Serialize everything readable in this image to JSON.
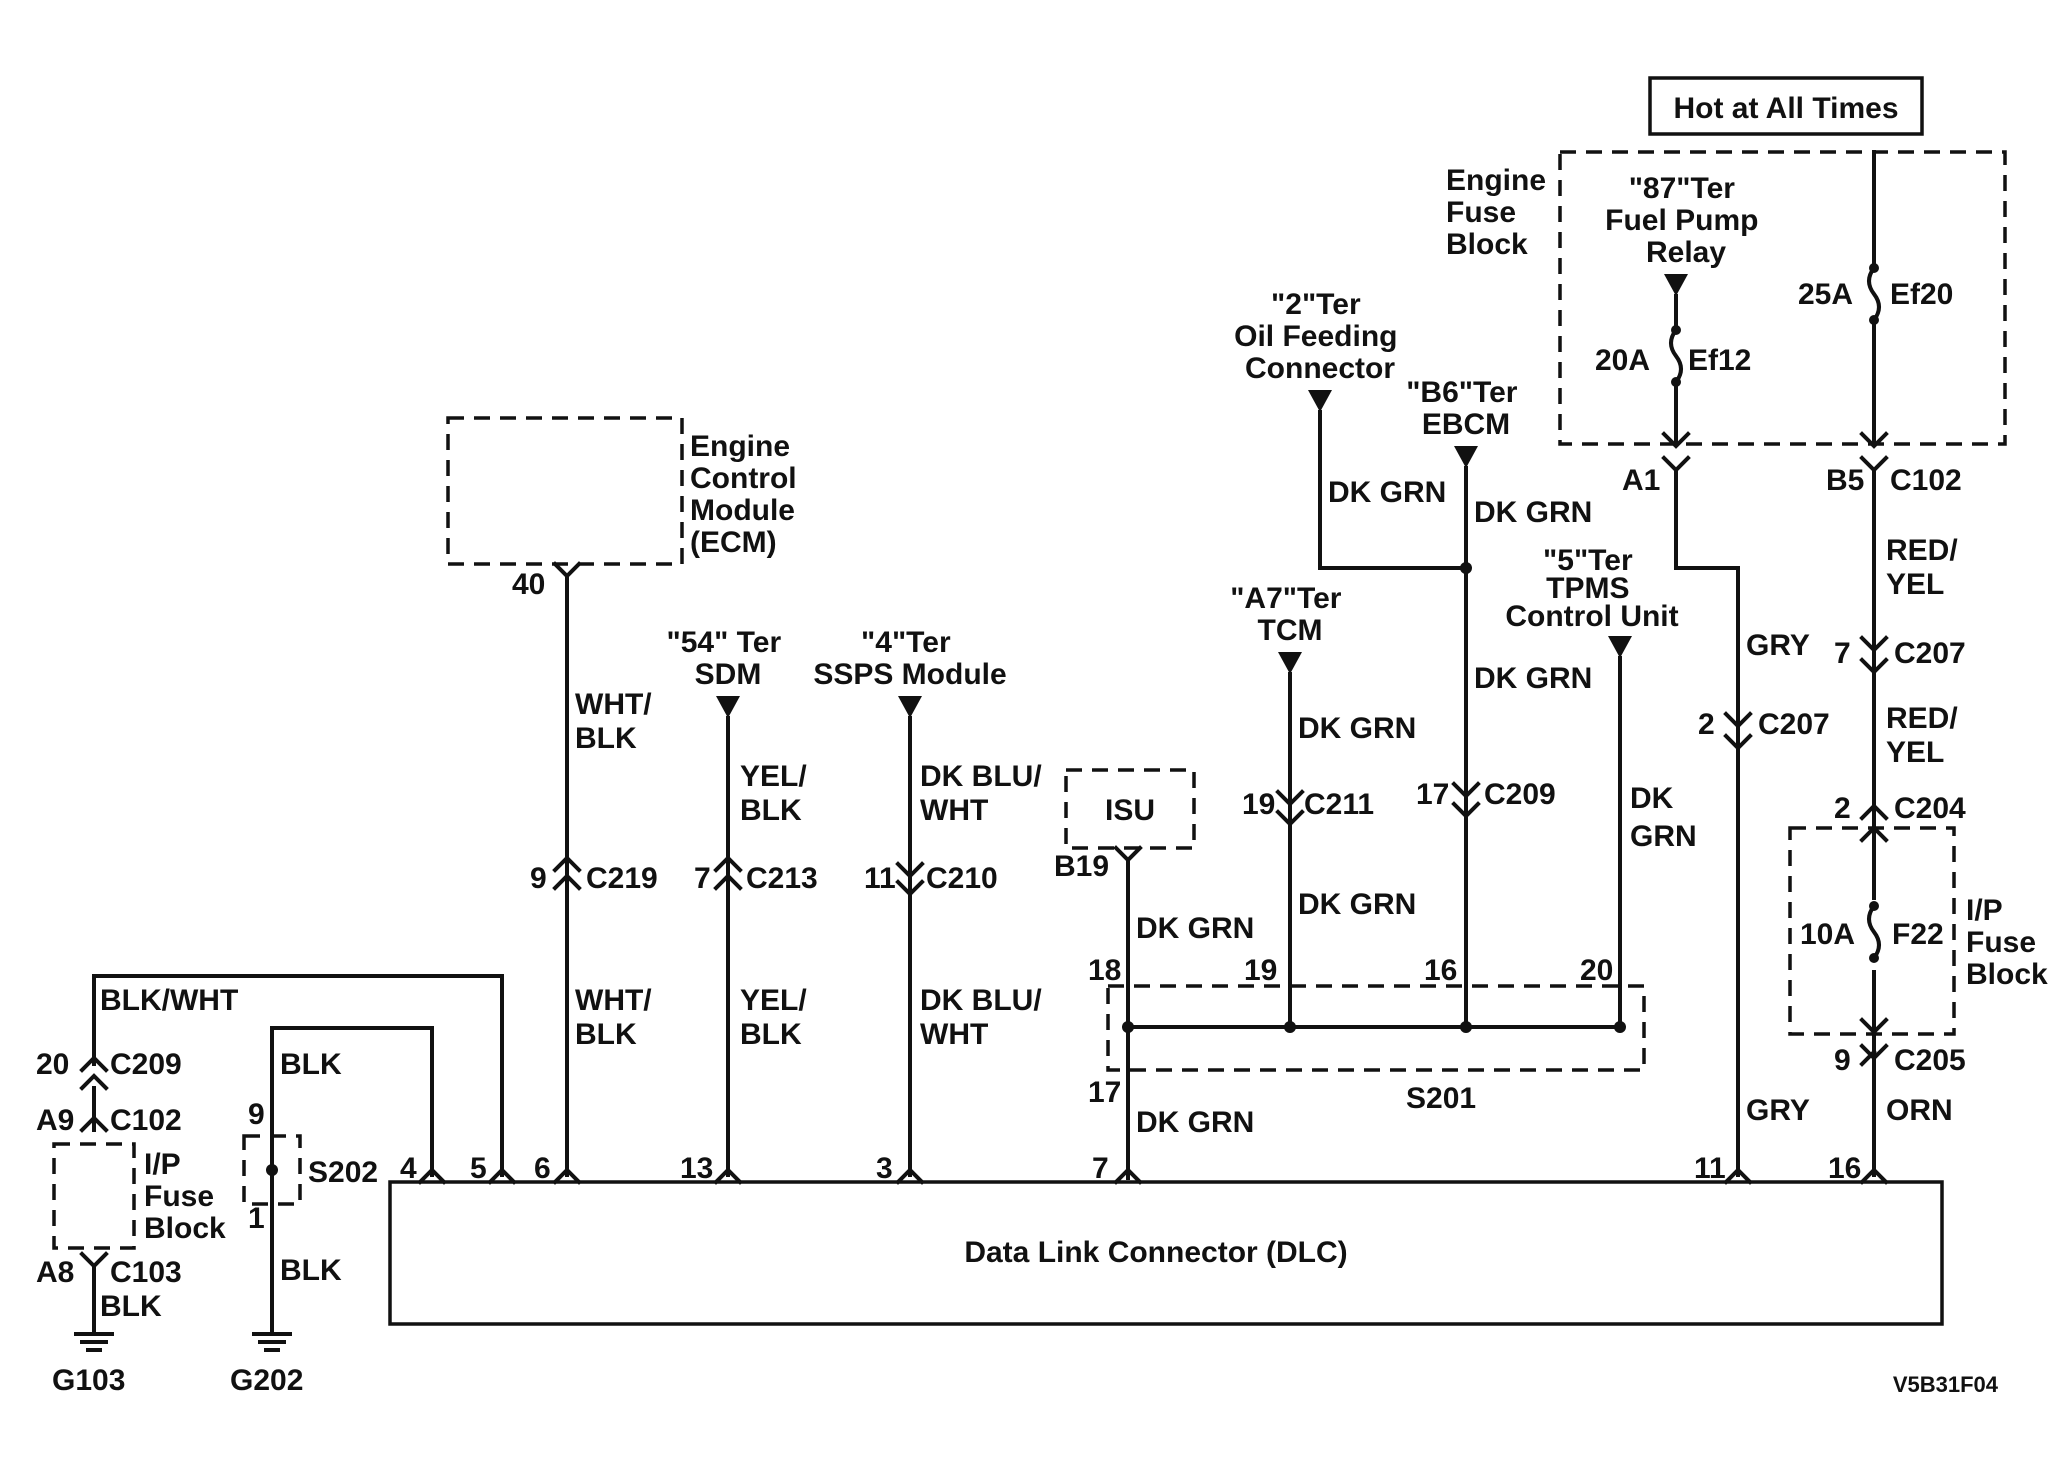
{
  "hot_label": "Hot at All Times",
  "engine_fuse_block": [
    "Engine",
    "Fuse",
    "Block"
  ],
  "ecm": [
    "Engine",
    "Control",
    "Module",
    "(ECM)"
  ],
  "ecm_pin": "40",
  "relay": [
    "\"87\"Ter",
    "Fuel Pump",
    "Relay"
  ],
  "fuse_ef12": {
    "amp": "20A",
    "name": "Ef12"
  },
  "fuse_ef20": {
    "amp": "25A",
    "name": "Ef20"
  },
  "fuse_f22": {
    "amp": "10A",
    "name": "F22"
  },
  "ip_fuse_block_right": [
    "I/P",
    "Fuse",
    "Block"
  ],
  "ip_fuse_block_left": [
    "I/P",
    "Fuse",
    "Block"
  ],
  "oil_feeding": [
    "\"2\"Ter",
    "Oil Feeding",
    "Connector"
  ],
  "ebcm": [
    "\"B6\"Ter",
    "EBCM"
  ],
  "tcm": [
    "\"A7\"Ter",
    "TCM"
  ],
  "tpms": [
    "\"5\"Ter",
    "TPMS",
    "Control Unit"
  ],
  "sdm": [
    "\"54\" Ter",
    "SDM"
  ],
  "ssps": [
    "\"4\"Ter",
    "SSPS Module"
  ],
  "isu": "ISU",
  "dlc": "Data Link Connector (DLC)",
  "splice_s201": "S201",
  "splice_s202": "S202",
  "ground_g103": "G103",
  "ground_g202": "G202",
  "code": "V5B31F04",
  "wires": {
    "blk_wht": "BLK/WHT",
    "wht_blk": [
      "WHT/",
      "BLK"
    ],
    "yel_blk": [
      "YEL/",
      "BLK"
    ],
    "dk_blu_wht": [
      "DK BLU/",
      "WHT"
    ],
    "dk_grn": "DK GRN",
    "dk_grn_split": [
      "DK",
      "GRN"
    ],
    "gry": "GRY",
    "red_yel": [
      "RED/",
      "YEL"
    ],
    "orn": "ORN",
    "blk": "BLK"
  },
  "connectors": {
    "c102_a1": "A1",
    "c102_b5": "B5",
    "c102": "C102",
    "c207_7": "7",
    "c207_2": "2",
    "c207": "C207",
    "c204_2": "2",
    "c204": "C204",
    "c205_9": "9",
    "c205": "C205",
    "c219_9": "9",
    "c219": "C219",
    "c213_7": "7",
    "c213": "C213",
    "c210_11": "11",
    "c210": "C210",
    "c211_19": "19",
    "c211": "C211",
    "c209_17": "17",
    "c209": "C209",
    "b19": "B19",
    "c209_20": "20",
    "c209_l": "C209",
    "c102_a9": "A9",
    "c102_l": "C102",
    "c103_a8": "A8",
    "c103": "C103",
    "s201_18": "18",
    "s201_19": "19",
    "s201_16": "16",
    "s201_20": "20",
    "s201_17": "17",
    "s202_9": "9",
    "s202_1": "1"
  },
  "dlc_pins": {
    "p4": "4",
    "p5": "5",
    "p6": "6",
    "p13": "13",
    "p3": "3",
    "p7": "7",
    "p11": "11",
    "p16": "16"
  }
}
